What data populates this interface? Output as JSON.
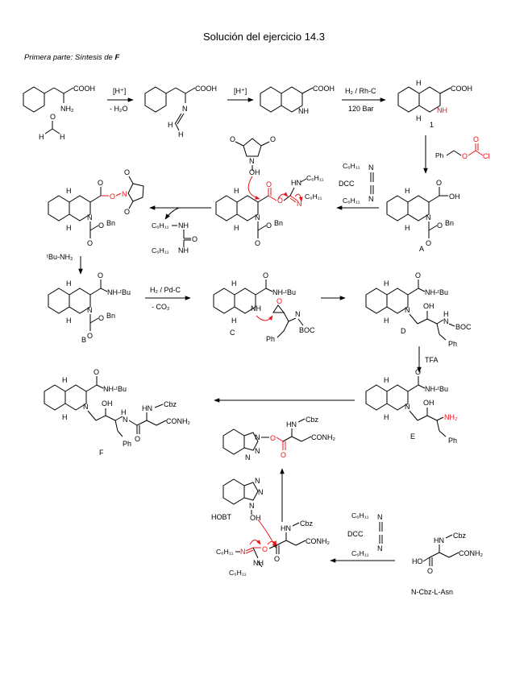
{
  "title": "Solución del ejercicio 14.3",
  "subtitle_prefix": "Primera parte: Síntesis de ",
  "subtitle_target": "F",
  "reagents": {
    "h_plus_1": "[H⁺]",
    "minus_water": "- H₂O",
    "h_plus_2": "[H⁺]",
    "hydrogenation": "H₂ / Rh-C",
    "pressure": "120 Bar",
    "cbzcl_ph": "Ph",
    "cbzcl_o": "O",
    "cbzcl_cl": "Cl",
    "dcc_label": "DCC",
    "tbu_nh2": "ᵗBu-NH₂",
    "h2_pd": "H₂ / Pd-C",
    "minus_co2": "- CO₂",
    "tfa": "TFA",
    "dcc_label_2": "DCC",
    "hobt": "HOBT",
    "n_cbz_asn": "N-Cbz-L-Asn"
  },
  "compound_labels": {
    "c1": "1",
    "a": "A",
    "b": "B",
    "c": "C",
    "d": "D",
    "e": "E",
    "f": "F"
  },
  "atoms": {
    "cooh": "COOH",
    "nh2": "NH₂",
    "nh": "NH",
    "n": "N",
    "h": "H",
    "o": "O",
    "oh": "OH",
    "c6h11": "C₆H₁₁",
    "bn": "Bn",
    "nh_tbu": "NH-ᵗBu",
    "boc": "BOC",
    "ph": "Ph",
    "cbz": "Cbz",
    "conh2": "CONH₂",
    "hn": "HN",
    "ho": "HO"
  },
  "colors": {
    "accent_red": "#e8141b",
    "ink": "#000000"
  }
}
